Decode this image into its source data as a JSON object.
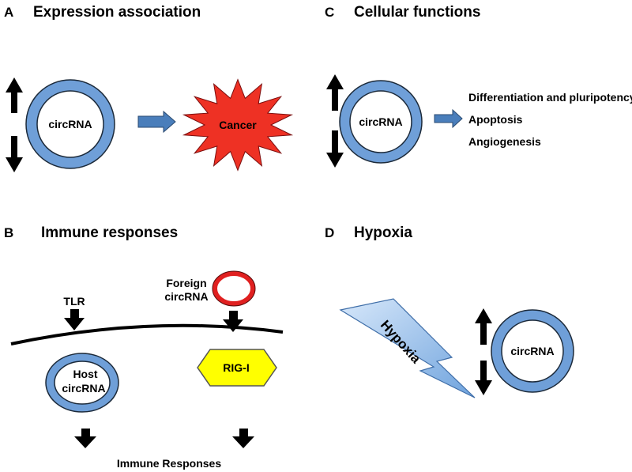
{
  "colors": {
    "ring_fill": "#6f9fd8",
    "ring_stroke": "#1c2a3a",
    "cancer_fill": "#ee3124",
    "rig_fill": "#ffff00",
    "foreign_ring": "#e02020",
    "hypoxia_fill": "#8fb8e6",
    "arrow_blue": "#4a7ebb"
  },
  "panels": {
    "A": {
      "letter": "A",
      "title": "Expression association",
      "circ_label": "circRNA",
      "target_label": "Cancer"
    },
    "B": {
      "letter": "B",
      "title": "Immune responses",
      "tlr_label": "TLR",
      "foreign_label_line1": "Foreign",
      "foreign_label_line2": "circRNA",
      "host_label_line1": "Host",
      "host_label_line2": "circRNA",
      "rig_label": "RIG-I",
      "output_label": "Immune Responses"
    },
    "C": {
      "letter": "C",
      "title": "Cellular functions",
      "circ_label": "circRNA",
      "functions": [
        "Differentiation and pluripotency",
        "Apoptosis",
        "Angiogenesis"
      ]
    },
    "D": {
      "letter": "D",
      "title": "Hypoxia",
      "bolt_label": "Hypoxia",
      "circ_label": "circRNA"
    }
  }
}
